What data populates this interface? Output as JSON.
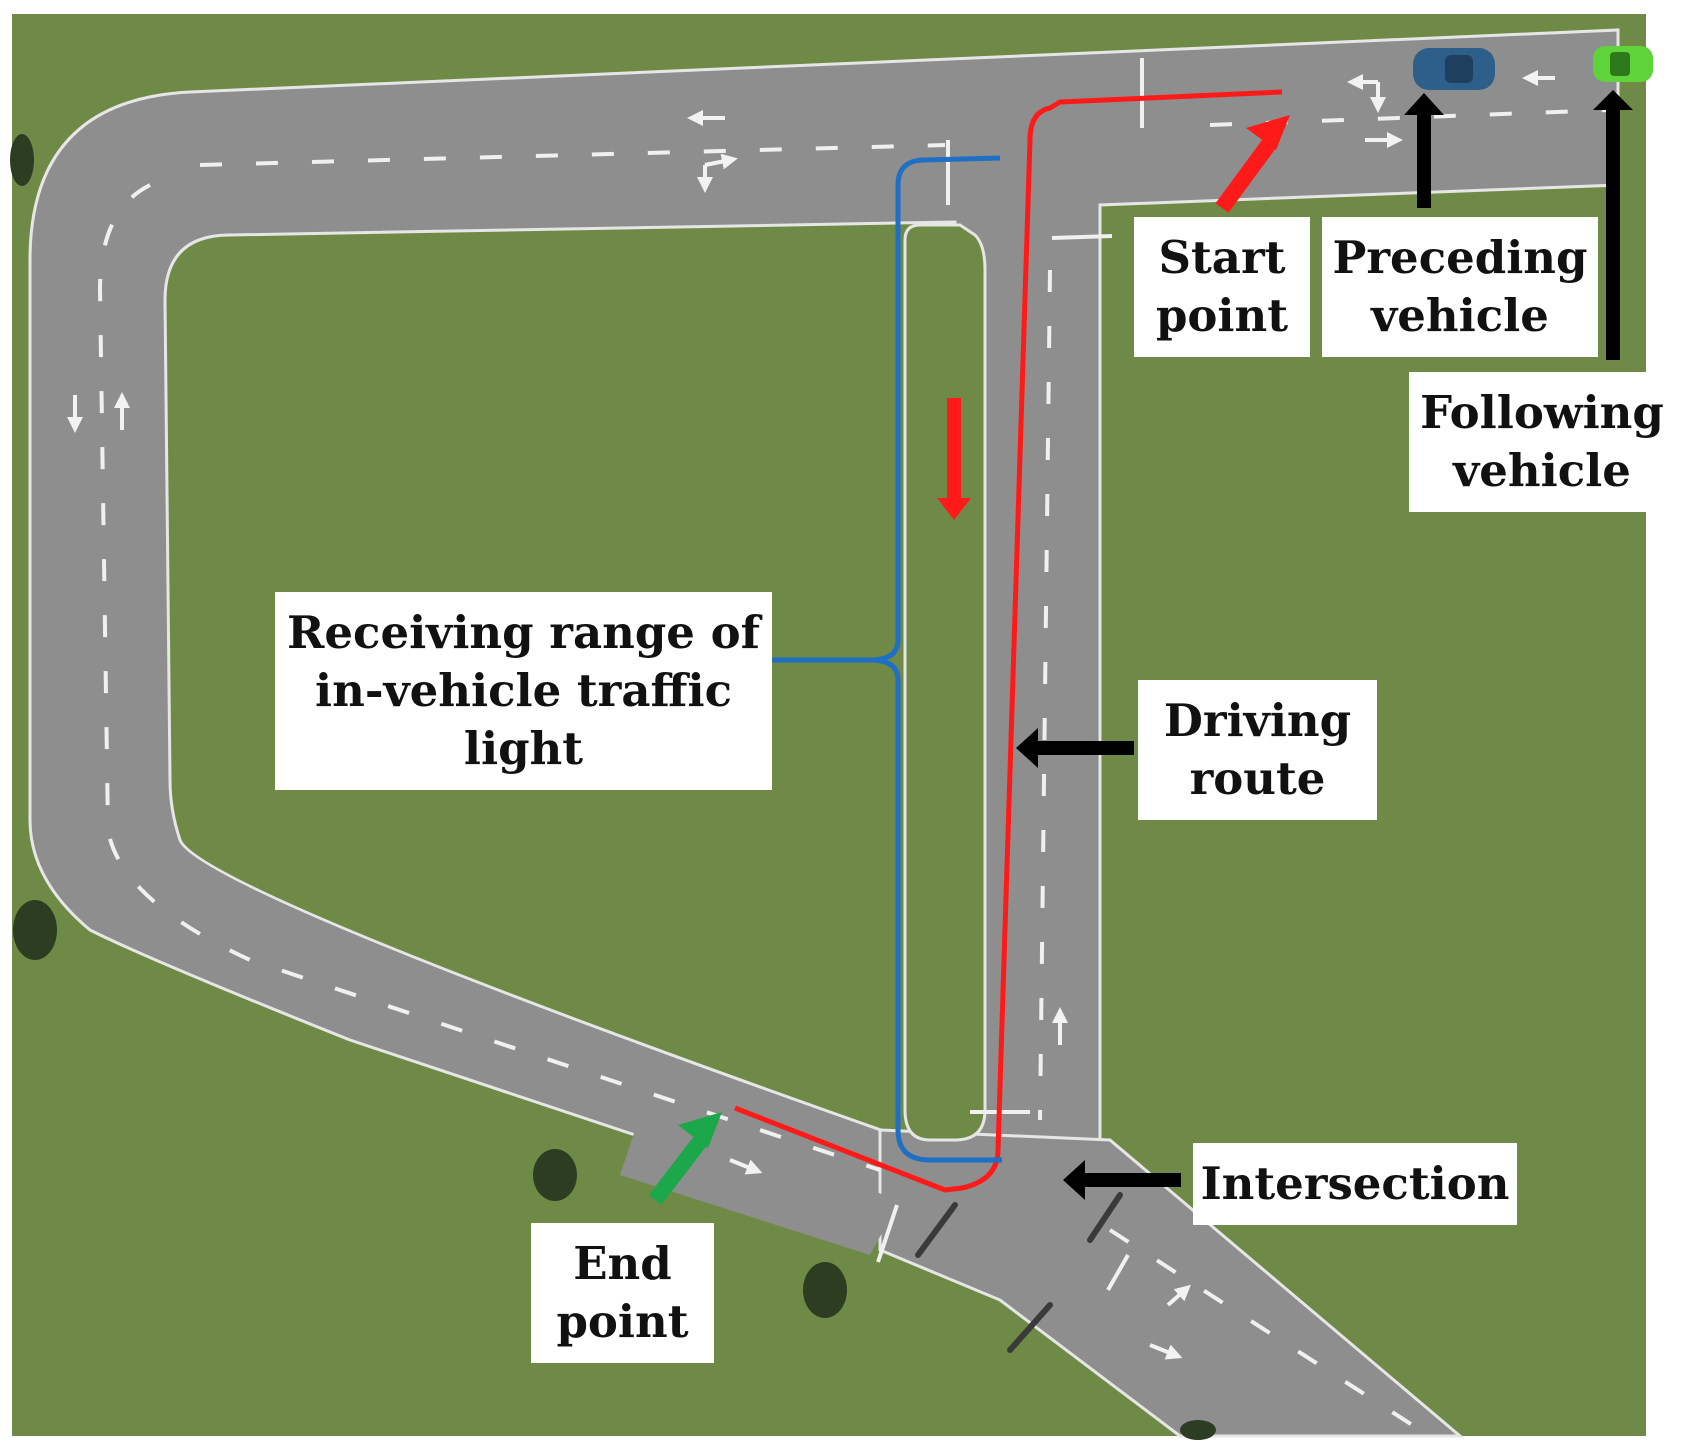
{
  "labels": {
    "start_point": "Start\npoint",
    "preceding_vehicle": "Preceding\nvehicle",
    "following_vehicle": "Following\nvehicle",
    "receiving_range": "Receiving range of\nin-vehicle traffic\nlight",
    "driving_route": "Driving\nroute",
    "intersection": "Intersection",
    "end_point": "End\npoint"
  },
  "colors": {
    "grass": "#6f8a47",
    "road": "#8e8e8e",
    "road_edge": "#e9e9e9",
    "lane_mark": "#f0f0f0",
    "route": "#ff1a1a",
    "range_brace": "#1f6fc4",
    "arrow_black": "#000000",
    "arrow_start": "#ff1a1a",
    "arrow_end": "#1ca84a",
    "preceding_car": "#2e5f8a",
    "following_car": "#5fd43a"
  },
  "icons": [
    "direction-arrow-icon",
    "car-icon",
    "tree-icon",
    "street-lamp-icon"
  ]
}
